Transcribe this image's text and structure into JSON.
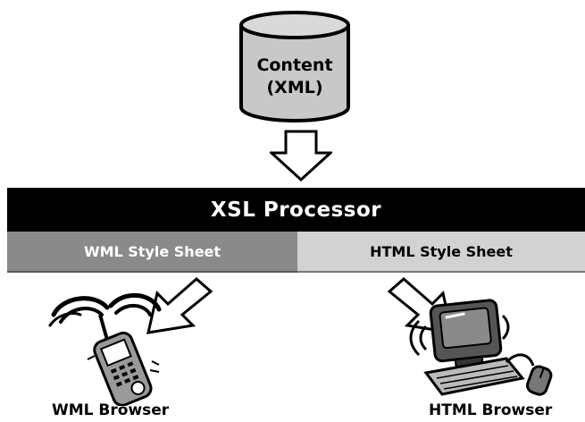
{
  "content_store": {
    "line1": "Content",
    "line2": "(XML)",
    "icon": "database-cylinder-icon"
  },
  "processor": {
    "title": "XSL Processor",
    "wml_sheet": "WML Style Sheet",
    "html_sheet": "HTML Style Sheet"
  },
  "outputs": {
    "wml_browser": "WML Browser",
    "html_browser": "HTML Browser",
    "wml_icon": "mobile-phone-icon",
    "html_icon": "desktop-computer-icon"
  },
  "colors": {
    "processor_bg": "#000000",
    "wml_sheet_bg": "#8a8a8a",
    "html_sheet_bg": "#d2d2d2",
    "cylinder_fill": "#c8c8c8"
  }
}
